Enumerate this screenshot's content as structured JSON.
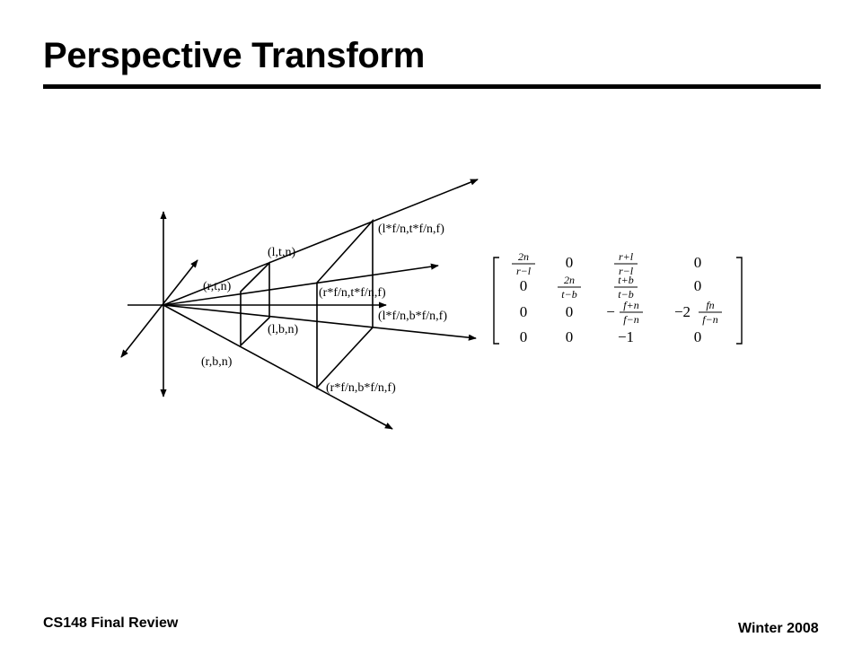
{
  "slide": {
    "title": "Perspective Transform",
    "footer_left": "CS148 Final Review",
    "footer_right": "Winter 2008"
  },
  "diagram": {
    "labels": {
      "ltn": "(l,t,n)",
      "rtn": "(r,t,n)",
      "lbn": "(l,b,n)",
      "rbn": "(r,b,n)",
      "ltf": "(l*f/n,t*f/n,f)",
      "rtf": "(r*f/n,t*f/n,f)",
      "lbf": "(l*f/n,b*f/n,f)",
      "rbf": "(r*f/n,b*f/n,f)"
    }
  },
  "matrix": {
    "r1": {
      "c1_num": "2n",
      "c1_den": "r−l",
      "c2": "0",
      "c3_num": "r+l",
      "c3_den": "r−l",
      "c4": "0"
    },
    "r2": {
      "c1": "0",
      "c2_num": "2n",
      "c2_den": "t−b",
      "c3_num": "t+b",
      "c3_den": "t−b",
      "c4": "0"
    },
    "r3": {
      "c1": "0",
      "c2": "0",
      "c3_sign": "−",
      "c3_num": "f+n",
      "c3_den": "f−n",
      "c4_prefix": "−2",
      "c4_num": "fn",
      "c4_den": "f−n"
    },
    "r4": {
      "c1": "0",
      "c2": "0",
      "c3": "−1",
      "c4": "0"
    }
  }
}
